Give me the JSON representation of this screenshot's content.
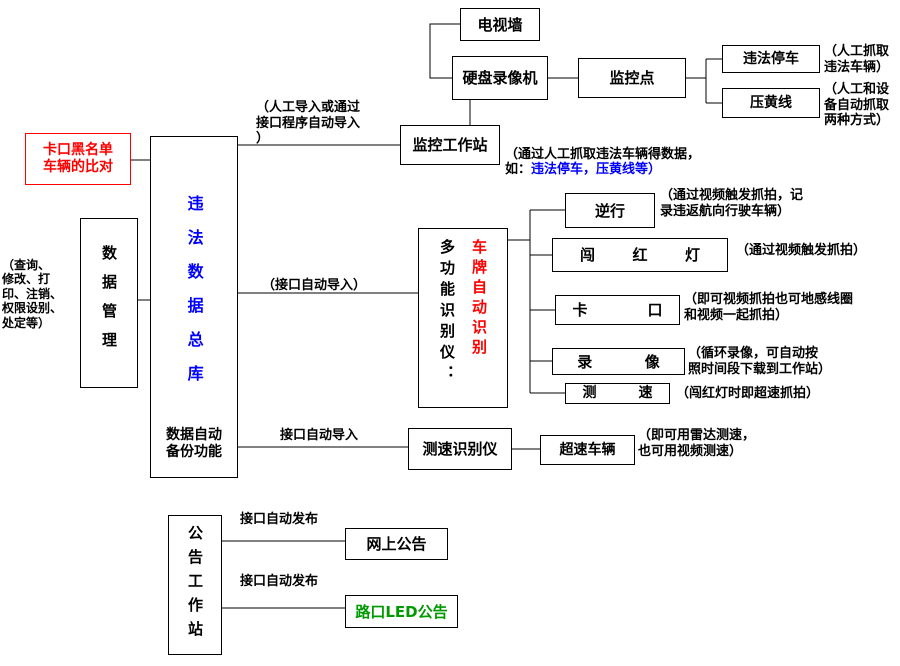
{
  "colors": {
    "line": "#000000",
    "accent_red": "#FF0000",
    "accent_blue": "#0000FF",
    "accent_green": "#009900",
    "background": "#FFFFFF"
  },
  "nodes": {
    "tv_wall": "电视墙",
    "dvr": "硬盘录像机",
    "monitor_point": "监控点",
    "illegal_parking": "违法停车",
    "yellow_line": "压黄线",
    "monitor_station": "监控工作站",
    "blacklist": "卡口黑名单\n车辆的比对",
    "data_mgmt": "数据管理",
    "main_db_title": "违法数据总库",
    "main_db_sub": "数据自动\n备份功能",
    "multi_left": "多功能识别仪：",
    "multi_right": "车牌自动识别",
    "reverse": "逆行",
    "red_light": "闯红灯",
    "checkpoint": "卡口",
    "recording": "录像",
    "speed": "测速",
    "speed_recognizer": "测速识别仪",
    "speeding_vehicle": "超速车辆",
    "announce_station": "公告工作站",
    "web_announce": "网上公告",
    "led_announce": "路口LED公告"
  },
  "annotations": {
    "manual_import": "（人工导入或通过\n接口程序自动导入\n）",
    "monitor_note_black": "（通过人工抓取违法车辆得数据，\n如：",
    "monitor_note_blue": "违法停车，压黄线等）",
    "parking_note": "（人工抓取\n违法车辆）",
    "yellow_note": "（人工和设\n备自动抓取\n两种方式）",
    "data_mgmt_note": "（查询、\n修改、打\n印、注销、\n权限设别、\n处定等）",
    "api_import": "（接口自动导入）",
    "reverse_note": "（通过视频触发抓拍，记\n录违返航向行驶车辆）",
    "red_light_note": "（通过视频触发抓拍）",
    "checkpoint_note": "（即可视频抓拍也可地感线圈\n和视频一起抓拍）",
    "recording_note": "（循环录像，可自动按\n照时间段下载到工作站）",
    "speed_note": "（闯红灯时即超速抓拍）",
    "api_import2": "接口自动导入",
    "speeding_note": "（即可用雷达测速，\n也可用视频测速）",
    "publish1": "接口自动发布",
    "publish2": "接口自动发布"
  }
}
